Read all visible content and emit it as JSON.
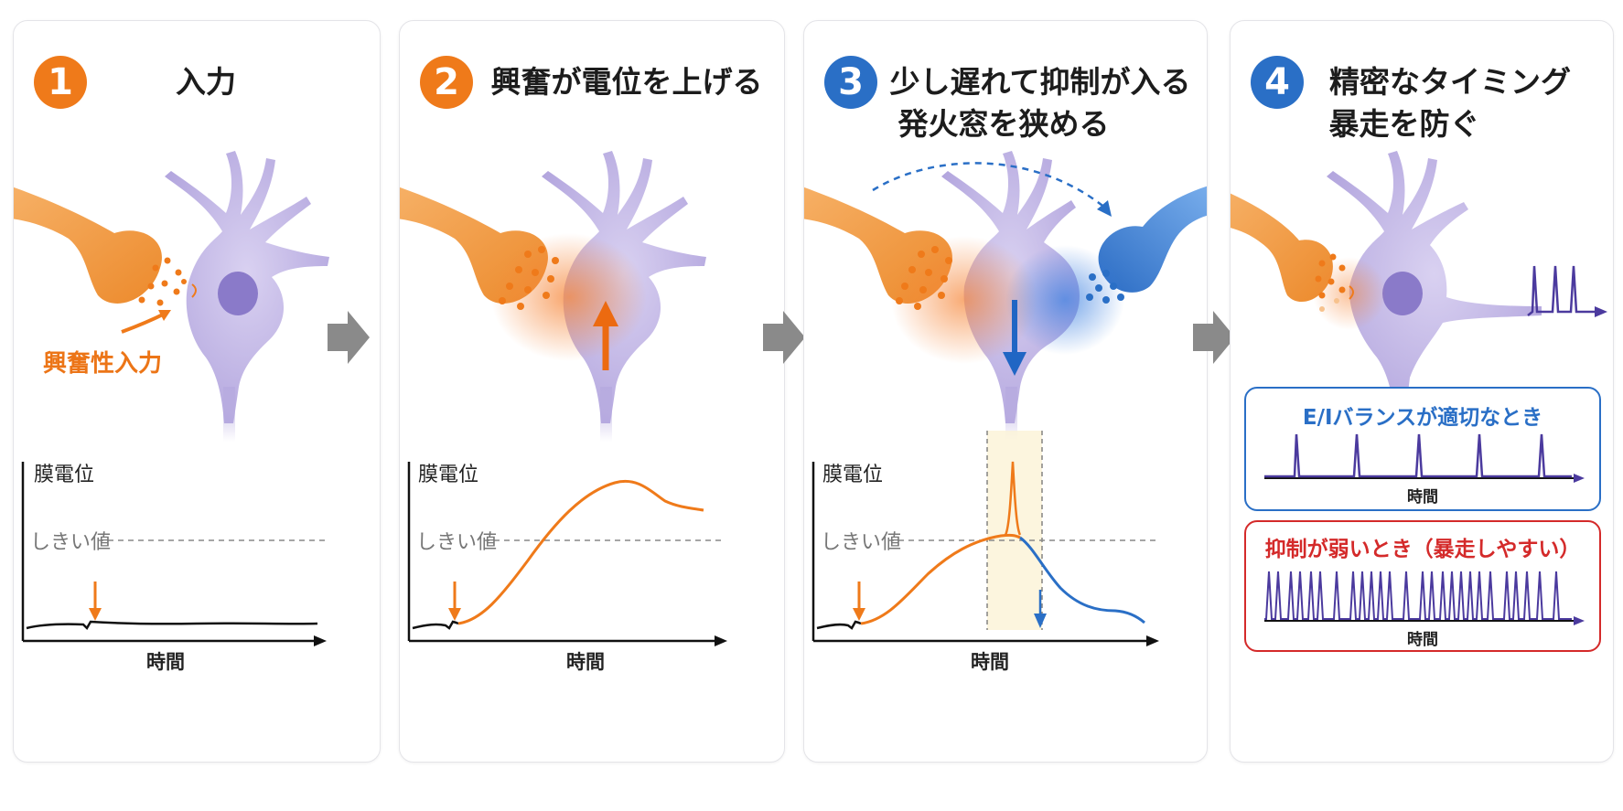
{
  "panels": [
    {
      "number": "1",
      "title": "入力",
      "input_label": "興奮性入力",
      "ylabel": "膜電位",
      "threshold_label": "しきい値",
      "xlabel": "時間"
    },
    {
      "number": "2",
      "title": "興奮が電位を上げる",
      "ylabel": "膜電位",
      "threshold_label": "しきい値",
      "xlabel": "時間"
    },
    {
      "number": "3",
      "title_line1": "少し遅れて抑制が入る",
      "title_line2": "発火窓を狭める",
      "ylabel": "膜電位",
      "threshold_label": "しきい値",
      "xlabel": "時間"
    },
    {
      "number": "4",
      "title_line1": "精密なタイミング",
      "title_line2": "暴走を防ぐ",
      "balanced": {
        "title": "E/Iバランスが適切なとき",
        "xlabel": "時間"
      },
      "weak": {
        "title": "抑制が弱いとき（暴走しやすい）",
        "xlabel": "時間"
      }
    }
  ],
  "colors": {
    "excitatory": "#ef7a1a",
    "inhibitory": "#2a6fc6",
    "neuron": "#b7abe0",
    "spike": "#4b3a9e",
    "warning": "#d42a2a"
  },
  "icons": [
    "next-step-arrow-icon",
    "neuron-cell-icon",
    "presynaptic-terminal-icon"
  ]
}
